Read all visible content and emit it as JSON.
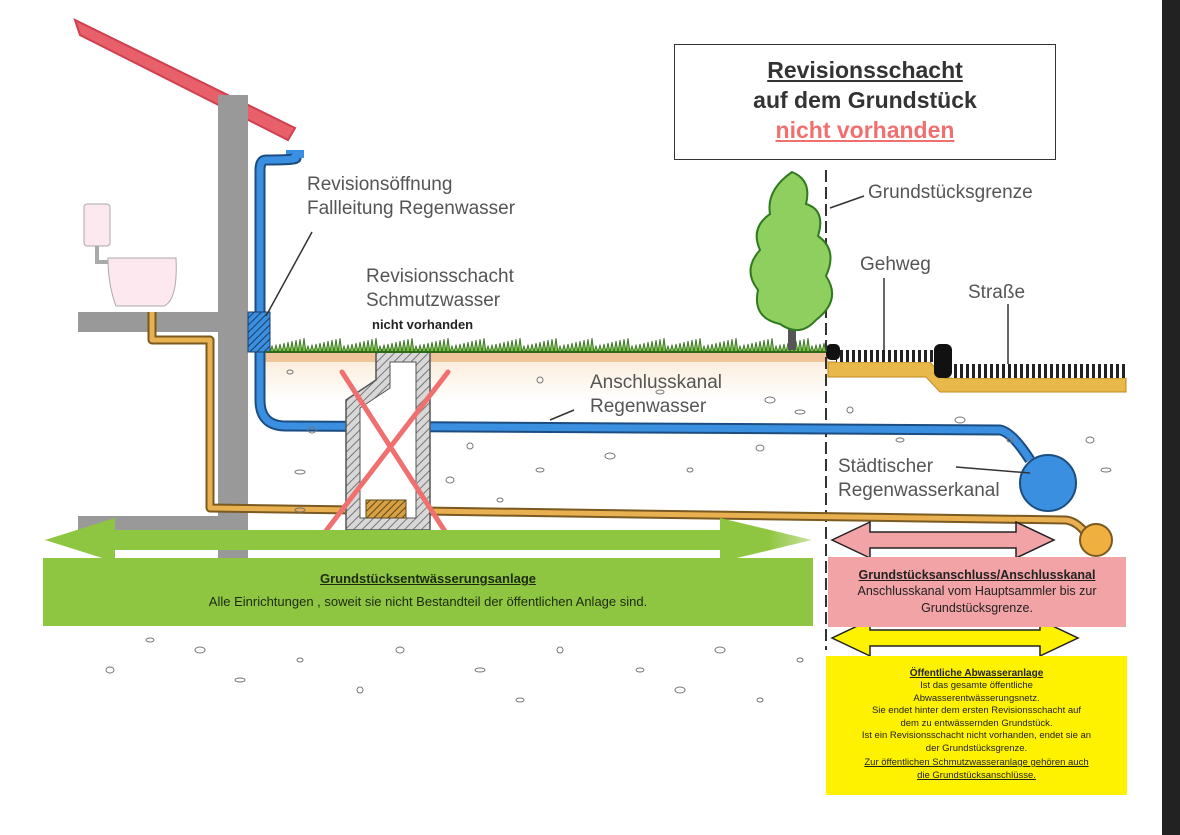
{
  "title": {
    "line1": "Revisionsschacht",
    "line2": "auf dem Grundstück",
    "line3": "nicht vorhanden"
  },
  "labels": {
    "revision_opening": "Revisionsöffnung\nFallleitung Regenwasser",
    "revision_opening_l1": "Revisionsöffnung",
    "revision_opening_l2": "Fallleitung Regenwasser",
    "shaft_l1": "Revisionsschacht",
    "shaft_l2": "Schmutzwasser",
    "shaft_missing": "nicht vorhanden",
    "property_line": "Grundstücksgrenze",
    "sidewalk": "Gehweg",
    "street": "Straße",
    "rain_channel_l1": "Anschlusskanal",
    "rain_channel_l2": "Regenwasser",
    "city_sewer_l1": "Städtischer",
    "city_sewer_l2": "Regenwasserkanal"
  },
  "green_box": {
    "heading": "Grundstücksentwässerungsanlage",
    "text": "Alle Einrichtungen , soweit sie nicht Bestandteil der öffentlichen Anlage sind."
  },
  "pink_box": {
    "heading": "Grundstücksanschluss/Anschlusskanal",
    "line1": "Anschlusskanal vom Hauptsammler bis zur",
    "line2": "Grundstücksgrenze."
  },
  "yellow_box": {
    "heading": "Öffentliche Abwasseranlage",
    "text": "Ist das gesamte öffentliche\nAbwasserentwässerungsnetz.\nSie endet hinter dem ersten Revisionsschacht auf\ndem zu entwässernden Grundstück.\nIst ein Revisionsschacht nicht vorhanden, endet sie an\nder Grundstücksgrenze.",
    "footer": "Zur öffentlichen Schmutzwasseranlage gehören auch\ndie Grundstücksanschlüsse."
  },
  "colors": {
    "roof": "#e8606a",
    "wall": "#999999",
    "rain_pipe": "#3a8fe0",
    "waste_pipe": "#e8b050",
    "grass": "#5a9a2a",
    "green_area": "#8fc641",
    "pink_area": "#f2a3a5",
    "yellow_area": "#fff200",
    "cross": "#f07070"
  }
}
